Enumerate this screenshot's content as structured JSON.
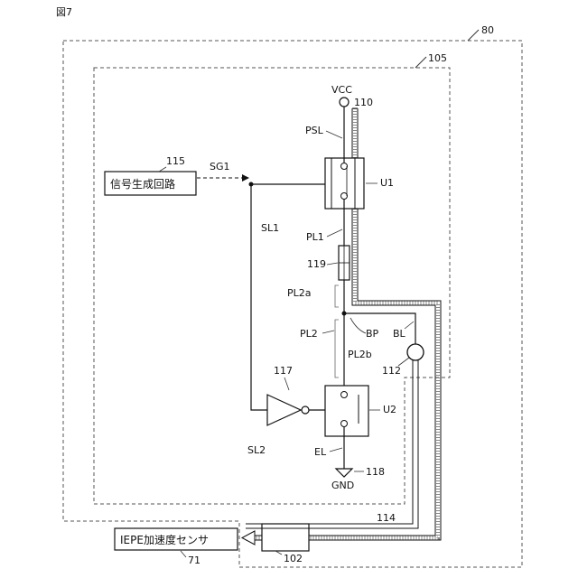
{
  "figure_label": "図7",
  "refs": {
    "outer": "80",
    "inner": "105",
    "vcc_ref": "110",
    "sig_gen_ref": "115",
    "fuse_ref": "119",
    "connector_ref": "112",
    "inverter_ref": "117",
    "gnd_ref": "118",
    "cable_ref": "114",
    "ref_102": "102",
    "sensor_ref": "71"
  },
  "labels": {
    "vcc": "VCC",
    "psl": "PSL",
    "sg1": "SG1",
    "u1": "U1",
    "sl1": "SL1",
    "pl1": "PL1",
    "pl2a": "PL2a",
    "pl2": "PL2",
    "bp": "BP",
    "bl": "BL",
    "pl2b": "PL2b",
    "u2": "U2",
    "sl2": "SL2",
    "el": "EL",
    "gnd": "GND"
  },
  "boxes": {
    "signal_generator": "信号生成回路",
    "sensor": "IEPE加速度センサ"
  }
}
